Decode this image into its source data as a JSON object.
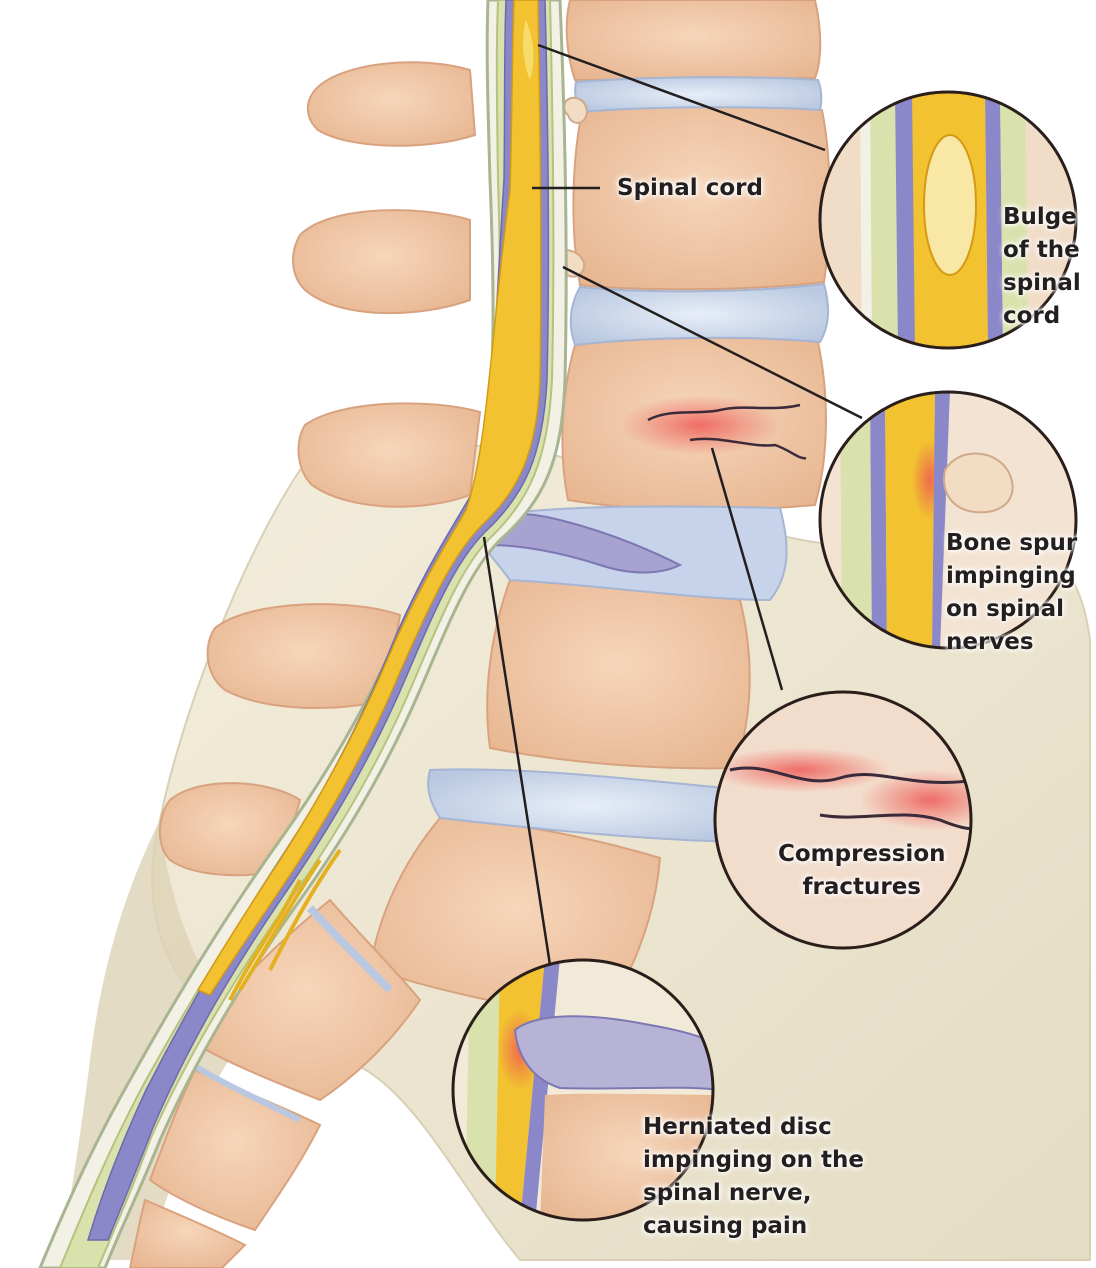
{
  "labels": {
    "spinal_cord": "Spinal cord",
    "bulge": "Bulge\nof the\nspinal\ncord",
    "bone_spur": "Bone spur\nimpinging\non spinal\nnerves",
    "compression": "Compression\nfractures",
    "herniated": "Herniated disc\nimpinging on the\nspinal nerve,\ncausing pain"
  },
  "colors": {
    "bone": "#f2c9a8",
    "bone_dark": "#d9a27f",
    "disc": "#c9d6ea",
    "disc_herniated": "#b7b3d6",
    "cord": "#f2c230",
    "cord_light": "#f8dc6a",
    "nerve_purple": "#7f7fc0",
    "nerve_green": "#cdd89a",
    "pelvis": "#ede6d2",
    "inflammation": "#ee5a55",
    "callout_border": "#2a1e1a",
    "leader_line": "#231f20"
  },
  "icons": {
    "callout_bulge": "magnified-cord-bulge",
    "callout_bone_spur": "magnified-bone-spur",
    "callout_fracture": "magnified-fracture",
    "callout_herniation": "magnified-herniated-disc"
  }
}
